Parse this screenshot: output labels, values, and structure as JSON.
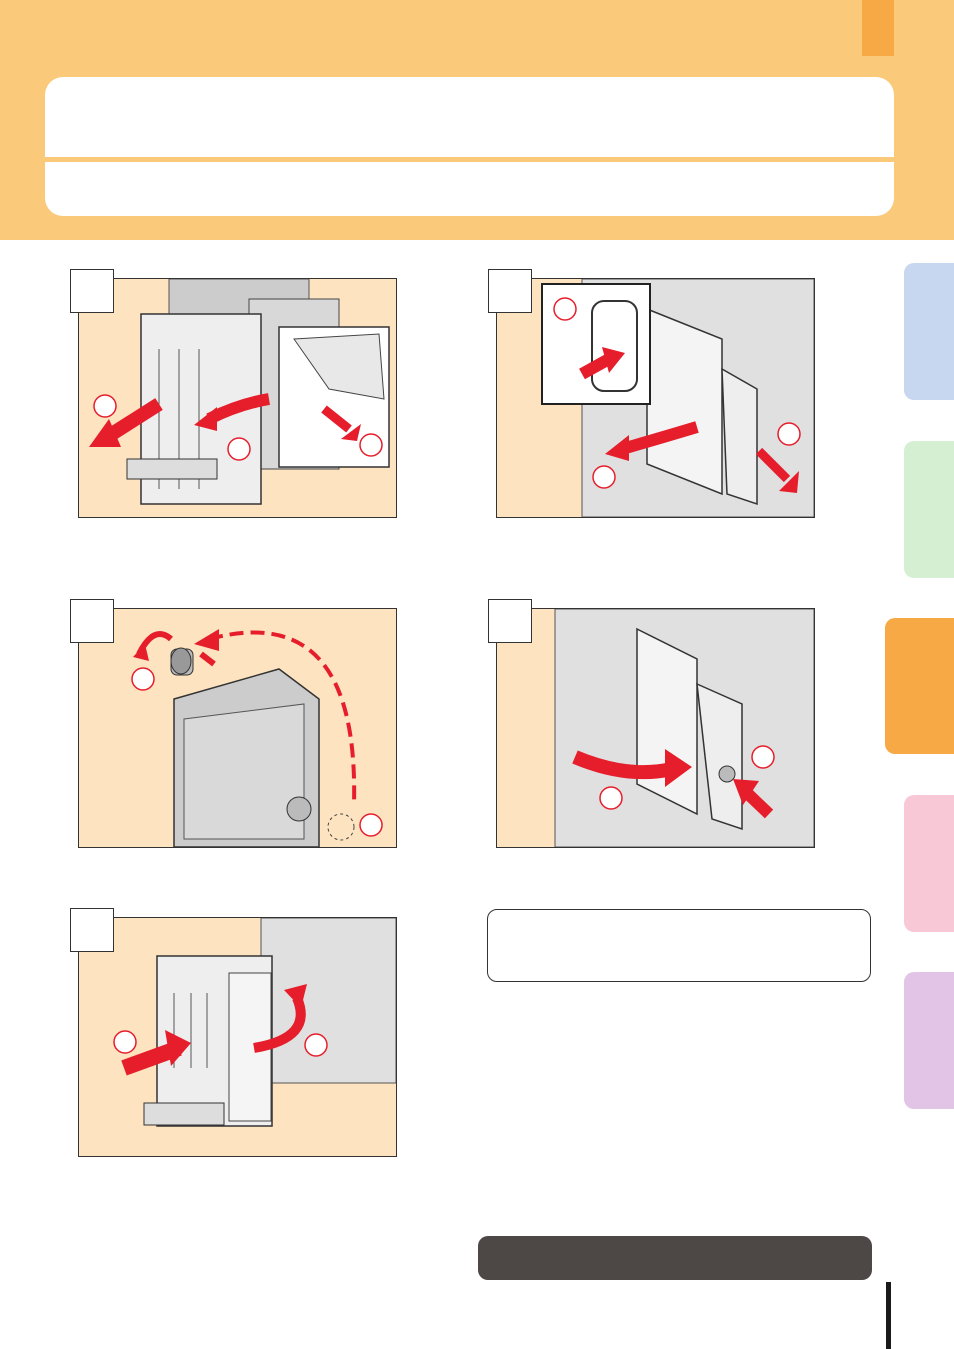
{
  "colors": {
    "header_band": "#fbc97a",
    "header_tab": "#f7a945",
    "panel_bg": "#fde3c0",
    "arrow_red": "#e61e2b",
    "tab_blue": "#c7d7f0",
    "tab_green": "#d5efd3",
    "tab_orange": "#f7a945",
    "tab_pink": "#f9c8d6",
    "tab_purple": "#e2c4e6",
    "dark_bar": "#4d4745"
  },
  "side_tabs": [
    {
      "name": "tab-blue",
      "color": "#c7d7f0"
    },
    {
      "name": "tab-green",
      "color": "#d5efd3"
    },
    {
      "name": "tab-orange-active",
      "color": "#f7a945"
    },
    {
      "name": "tab-pink",
      "color": "#f9c8d6"
    },
    {
      "name": "tab-purple",
      "color": "#e2c4e6"
    }
  ],
  "icons": {
    "step1": "finisher-pull-out-illustration",
    "step2": "open-cover-remove-toner-box-illustration",
    "step3": "cap-toner-box-illustration",
    "step4": "install-box-close-cover-illustration",
    "step5": "push-finisher-back-illustration"
  }
}
